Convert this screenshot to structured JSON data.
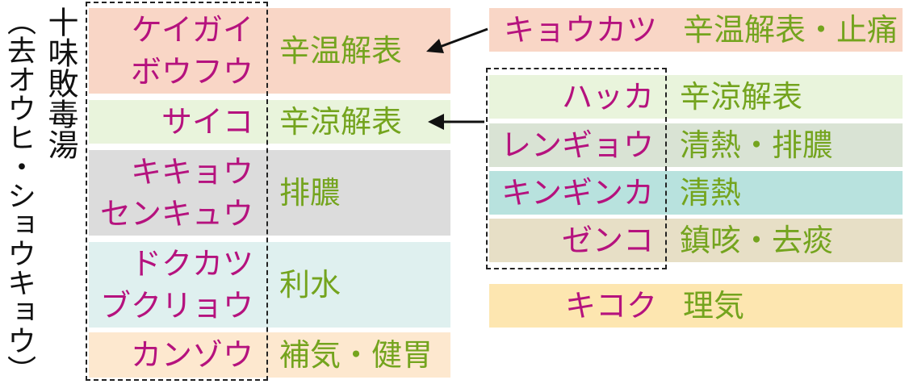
{
  "title": "十味敗毒湯",
  "subtitle": "（去オウヒ・ショウキョウ）",
  "colors": {
    "name_text": "#b5127e",
    "effect_text": "#74a41e",
    "warm": "#f9d6c6",
    "cool": "#e9f4dc",
    "drain": "#dcdcdc",
    "water": "#dff0ef",
    "tonify": "#fde8cf",
    "clear_drain": "#d9e3d4",
    "clear": "#b8e2de",
    "cough": "#e7dfc6",
    "qi": "#fde6b0"
  },
  "left_groups": [
    {
      "names": [
        "ケイガイ",
        "ボウフウ"
      ],
      "effect": "辛温解表",
      "color_key": "warm"
    },
    {
      "names": [
        "サイコ"
      ],
      "effect": "辛涼解表",
      "color_key": "cool"
    },
    {
      "names": [
        "キキョウ",
        "センキュウ"
      ],
      "effect": "排膿",
      "color_key": "drain"
    },
    {
      "names": [
        "ドクカツ",
        "ブクリョウ"
      ],
      "effect": "利水",
      "color_key": "water"
    },
    {
      "names": [
        "カンゾウ"
      ],
      "effect": "補気・健胃",
      "color_key": "tonify"
    }
  ],
  "right_top": {
    "name": "キョウカツ",
    "effect": "辛温解表・止痛",
    "color_key": "warm"
  },
  "right_group": [
    {
      "name": "ハッカ",
      "effect": "辛涼解表",
      "color_key": "cool"
    },
    {
      "name": "レンギョウ",
      "effect": "清熱・排膿",
      "color_key": "clear_drain"
    },
    {
      "name": "キンギンカ",
      "effect": "清熱",
      "color_key": "clear"
    },
    {
      "name": "ゼンコ",
      "effect": "鎮咳・去痰",
      "color_key": "cough"
    }
  ],
  "right_bottom": {
    "name": "キコク",
    "effect": "理気",
    "color_key": "qi"
  }
}
